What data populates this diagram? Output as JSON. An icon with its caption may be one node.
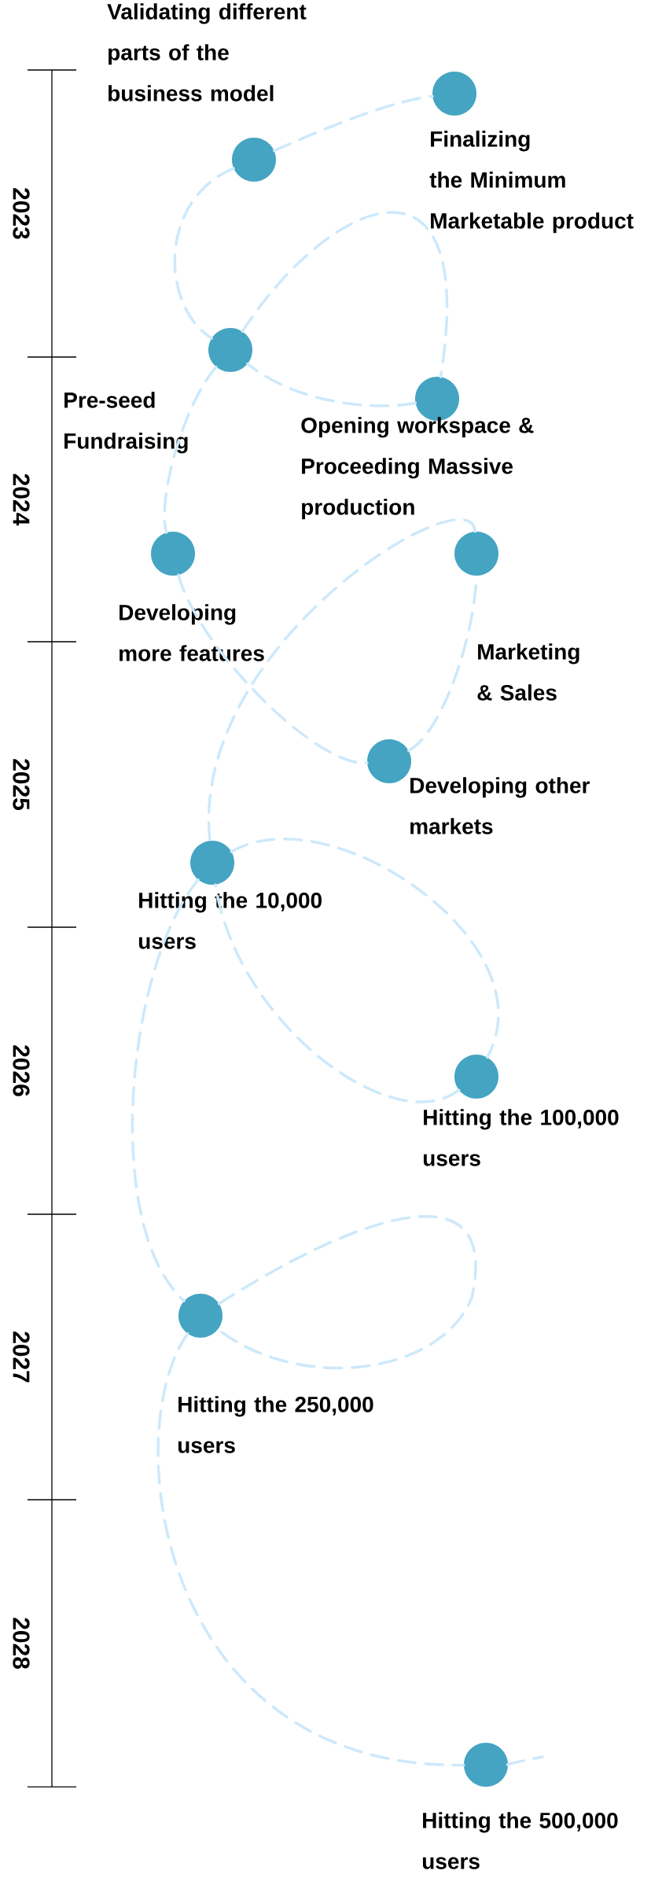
{
  "diagram": {
    "nodes": [
      {
        "text": [],
        "shape": "circle",
        "beside": [
          "Validating different parts of the business model"
        ]
      },
      {
        "text": [],
        "shape": "circle",
        "beside": [
          "Finalizing the Minimum Marketable product"
        ]
      },
      {
        "text": [],
        "shape": "circle",
        "beside": [
          "Pre-seed Fundraising"
        ]
      },
      {
        "text": [],
        "shape": "circle",
        "beside": [
          "Opening workspace & Proceeding Massive production"
        ]
      },
      {
        "text": [],
        "shape": "circle",
        "beside": [
          "Developing more features"
        ]
      },
      {
        "text": [],
        "shape": "circle",
        "beside": [
          "Marketing & Sales"
        ]
      },
      {
        "text": [],
        "shape": "circle",
        "beside": [
          "Developing other markets"
        ]
      },
      {
        "text": [],
        "shape": "circle",
        "beside": [
          "Hitting the 10,000 users"
        ]
      },
      {
        "text": [],
        "shape": "circle",
        "beside": [
          "Hitting the 100,000 users"
        ]
      },
      {
        "text": [],
        "shape": "circle",
        "beside": [
          "Hitting the 250,000 users"
        ]
      },
      {
        "text": [],
        "shape": "circle",
        "beside": [
          "Hitting the 500,000 users"
        ]
      }
    ],
    "edges": [
      {
        "from": 0,
        "to": 1,
        "arrow": "none",
        "style": "dashed"
      },
      {
        "from": 0,
        "to": 2,
        "arrow": "none",
        "style": "dashed"
      },
      {
        "from": 2,
        "to": 3,
        "arrow": "none",
        "style": "dashed"
      },
      {
        "from": 3,
        "to": 2,
        "arrow": "none",
        "style": "dashed"
      },
      {
        "from": 2,
        "to": 4,
        "arrow": "none",
        "style": "dashed"
      },
      {
        "from": 4,
        "to": 6,
        "arrow": "none",
        "style": "dashed"
      },
      {
        "from": 6,
        "to": 5,
        "arrow": "none",
        "style": "dashed"
      },
      {
        "from": 5,
        "to": 7,
        "arrow": "none",
        "style": "dashed"
      },
      {
        "from": 7,
        "to": 8,
        "arrow": "none",
        "style": "dashed"
      },
      {
        "from": 8,
        "to": 7,
        "arrow": "none",
        "style": "dashed"
      },
      {
        "from": 7,
        "to": 9,
        "arrow": "none",
        "style": "dashed"
      },
      {
        "from": 9,
        "to": 9,
        "arrow": "none",
        "style": "dashed"
      },
      {
        "from": 9,
        "to": 10,
        "arrow": "none",
        "style": "dashed"
      },
      {
        "from": 10,
        "to": null,
        "arrow": "none",
        "style": "dashed"
      }
    ],
    "labels": [
      "2023",
      "2024",
      "2025",
      "2026",
      "2027",
      "2028"
    ]
  }
}
